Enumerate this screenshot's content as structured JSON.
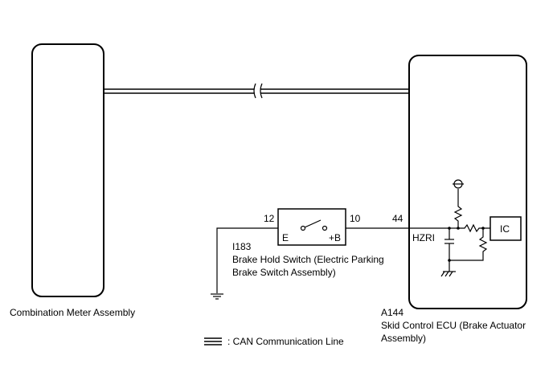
{
  "components": {
    "meter": {
      "label": "Combination Meter Assembly"
    },
    "switch": {
      "code": "I183",
      "name_line1": "Brake Hold Switch (Electric Parking",
      "name_line2": "Brake Switch Assembly)",
      "pin_left": "12",
      "pin_right": "10",
      "terminal_left": "E",
      "terminal_right": "+B"
    },
    "ecu": {
      "code": "A144",
      "name_line1": "Skid Control ECU (Brake Actuator",
      "name_line2": "Assembly)",
      "pin": "44",
      "terminal": "HZRI",
      "ic_label": "IC"
    }
  },
  "legend": {
    "text": ": CAN Communication Line"
  }
}
